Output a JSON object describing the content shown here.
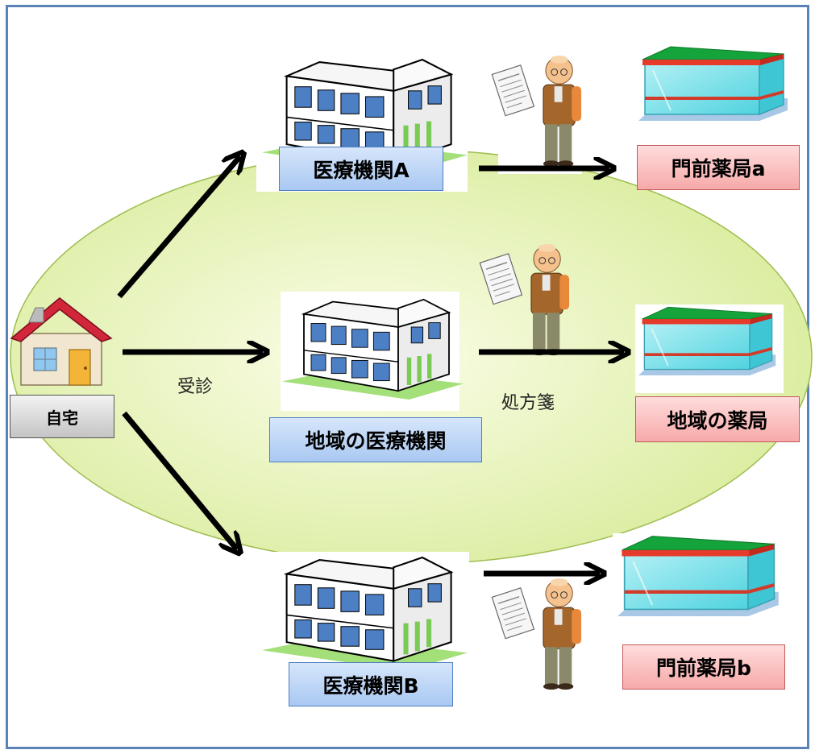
{
  "nodes": {
    "home": "自宅",
    "hospital_a": "医療機関A",
    "local_clinic": "地域の医療機関",
    "hospital_b": "医療機関B",
    "pharmacy_a": "門前薬局a",
    "local_pharmacy": "地域の薬局",
    "pharmacy_b": "門前薬局b"
  },
  "edge_labels": {
    "visit": "受診",
    "prescription": "処方箋"
  },
  "colors": {
    "region_fill": "#e6f3b8",
    "region_stroke": "#9ebd4f",
    "clinic_label": "#bcd5f6",
    "pharmacy_label": "#fbc4c4",
    "home_label": "#dcdcdc",
    "frame": "#5a84b8"
  }
}
